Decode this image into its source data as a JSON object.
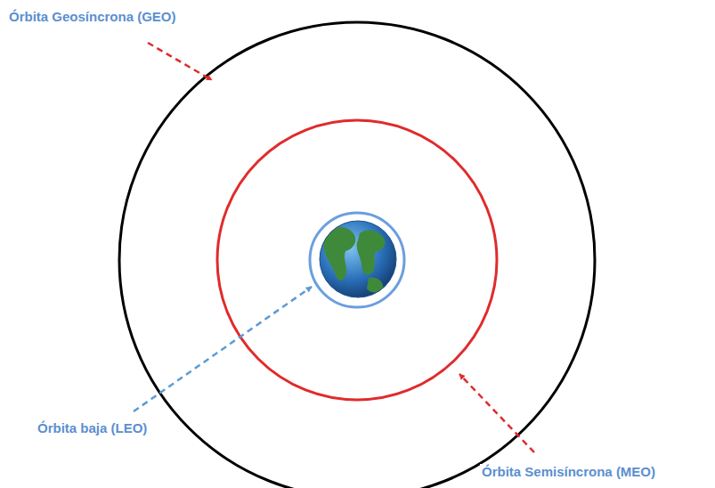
{
  "diagram": {
    "labels": [
      "Órbita Geosíncrona (GEO)",
      "Órbita baja (LEO)",
      "Órbita Semisíncrona (MEO)"
    ]
  }
}
